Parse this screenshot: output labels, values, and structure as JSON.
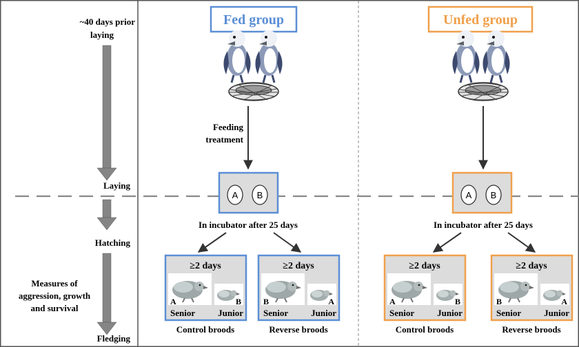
{
  "timeline": {
    "prior_line1": "~40 days prior",
    "prior_line2": "laying",
    "laying": "Laying",
    "hatching": "Hatching",
    "measures_line1": "Measures of",
    "measures_line2": "aggression, growth",
    "measures_line3": "and survival",
    "fledging": "Fledging"
  },
  "fed": {
    "title": "Fed group",
    "treatment_line1": "Feeding",
    "treatment_line2": "treatment",
    "incubator": "In incubator after 25 days",
    "egg_a": "A",
    "egg_b": "B"
  },
  "unfed": {
    "title": "Unfed group",
    "incubator": "In incubator after 25 days",
    "egg_a": "A",
    "egg_b": "B"
  },
  "broods": {
    "days": "≥2 days",
    "senior": "Senior",
    "junior": "Junior",
    "control": "Control broods",
    "reverse": "Reverse broods",
    "letter_a": "A",
    "letter_b": "B"
  },
  "colors": {
    "fed": "#5b8fd6",
    "unfed": "#f0a04b",
    "box_fill": "#dcdcdc",
    "arrow": "#858585",
    "divider": "#888888"
  }
}
